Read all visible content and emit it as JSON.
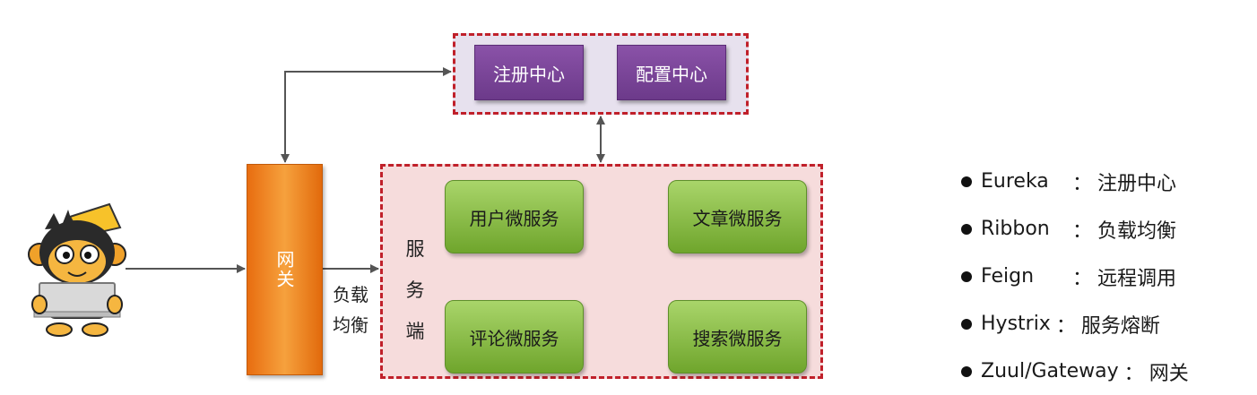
{
  "config_group": {
    "registry_label": "注册中心",
    "config_label": "配置中心"
  },
  "gateway": {
    "label": "网关"
  },
  "load_balance_label": [
    "负载",
    "均衡"
  ],
  "service_group": {
    "side_label": [
      "服",
      "务",
      "端"
    ],
    "services": [
      "用户微服务",
      "文章微服务",
      "评论微服务",
      "搜索微服务"
    ]
  },
  "legend": [
    {
      "term": "Eureka",
      "desc": "注册中心"
    },
    {
      "term": "Ribbon",
      "desc": "负载均衡"
    },
    {
      "term": "Feign",
      "desc": "远程调用"
    },
    {
      "term": "Hystrix",
      "desc": "服务熔断"
    },
    {
      "term": "Zuul/Gateway",
      "desc": "网关"
    }
  ],
  "legend_separator": "：",
  "colors": {
    "dashed_border": "#c0202a",
    "purple": "#7a4499",
    "green": "#8cc34a",
    "orange": "#f08a24"
  },
  "icons": {
    "client": "monkey-laptop-icon"
  }
}
